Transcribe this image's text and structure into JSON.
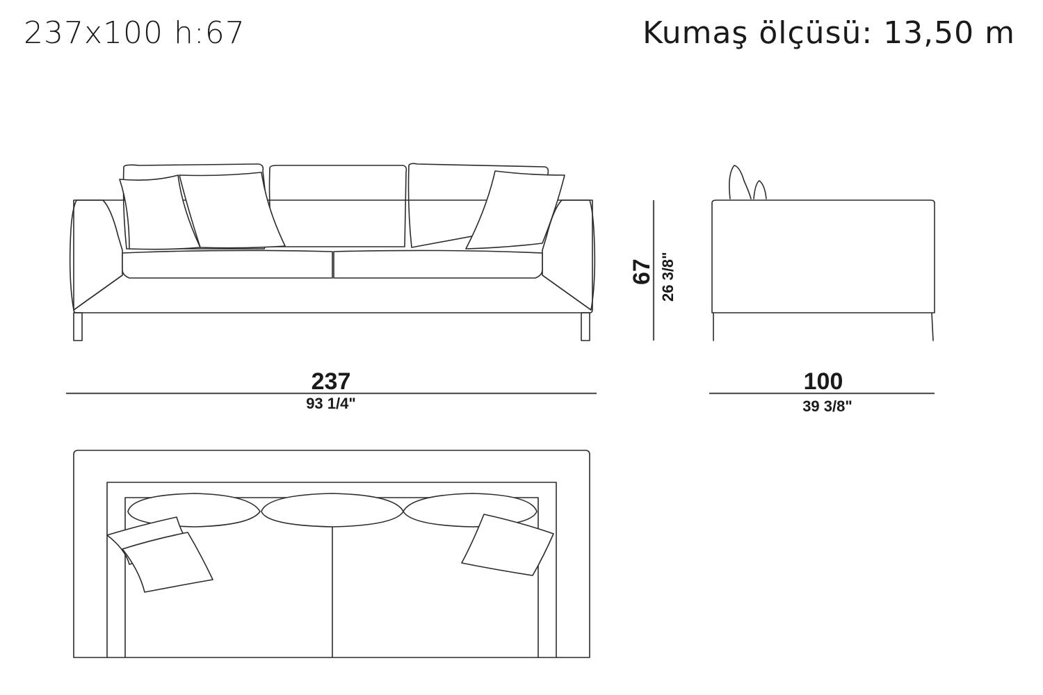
{
  "header": {
    "size_label": "237x100 h:67",
    "fabric_label": "Kumaş ölçüsü: 13,50 m"
  },
  "dimensions": {
    "width": {
      "cm": "237",
      "inch": "93 1/4\""
    },
    "depth": {
      "cm": "100",
      "inch": "39 3/8\""
    },
    "height": {
      "cm": "67",
      "inch": "26 3/8\""
    }
  }
}
